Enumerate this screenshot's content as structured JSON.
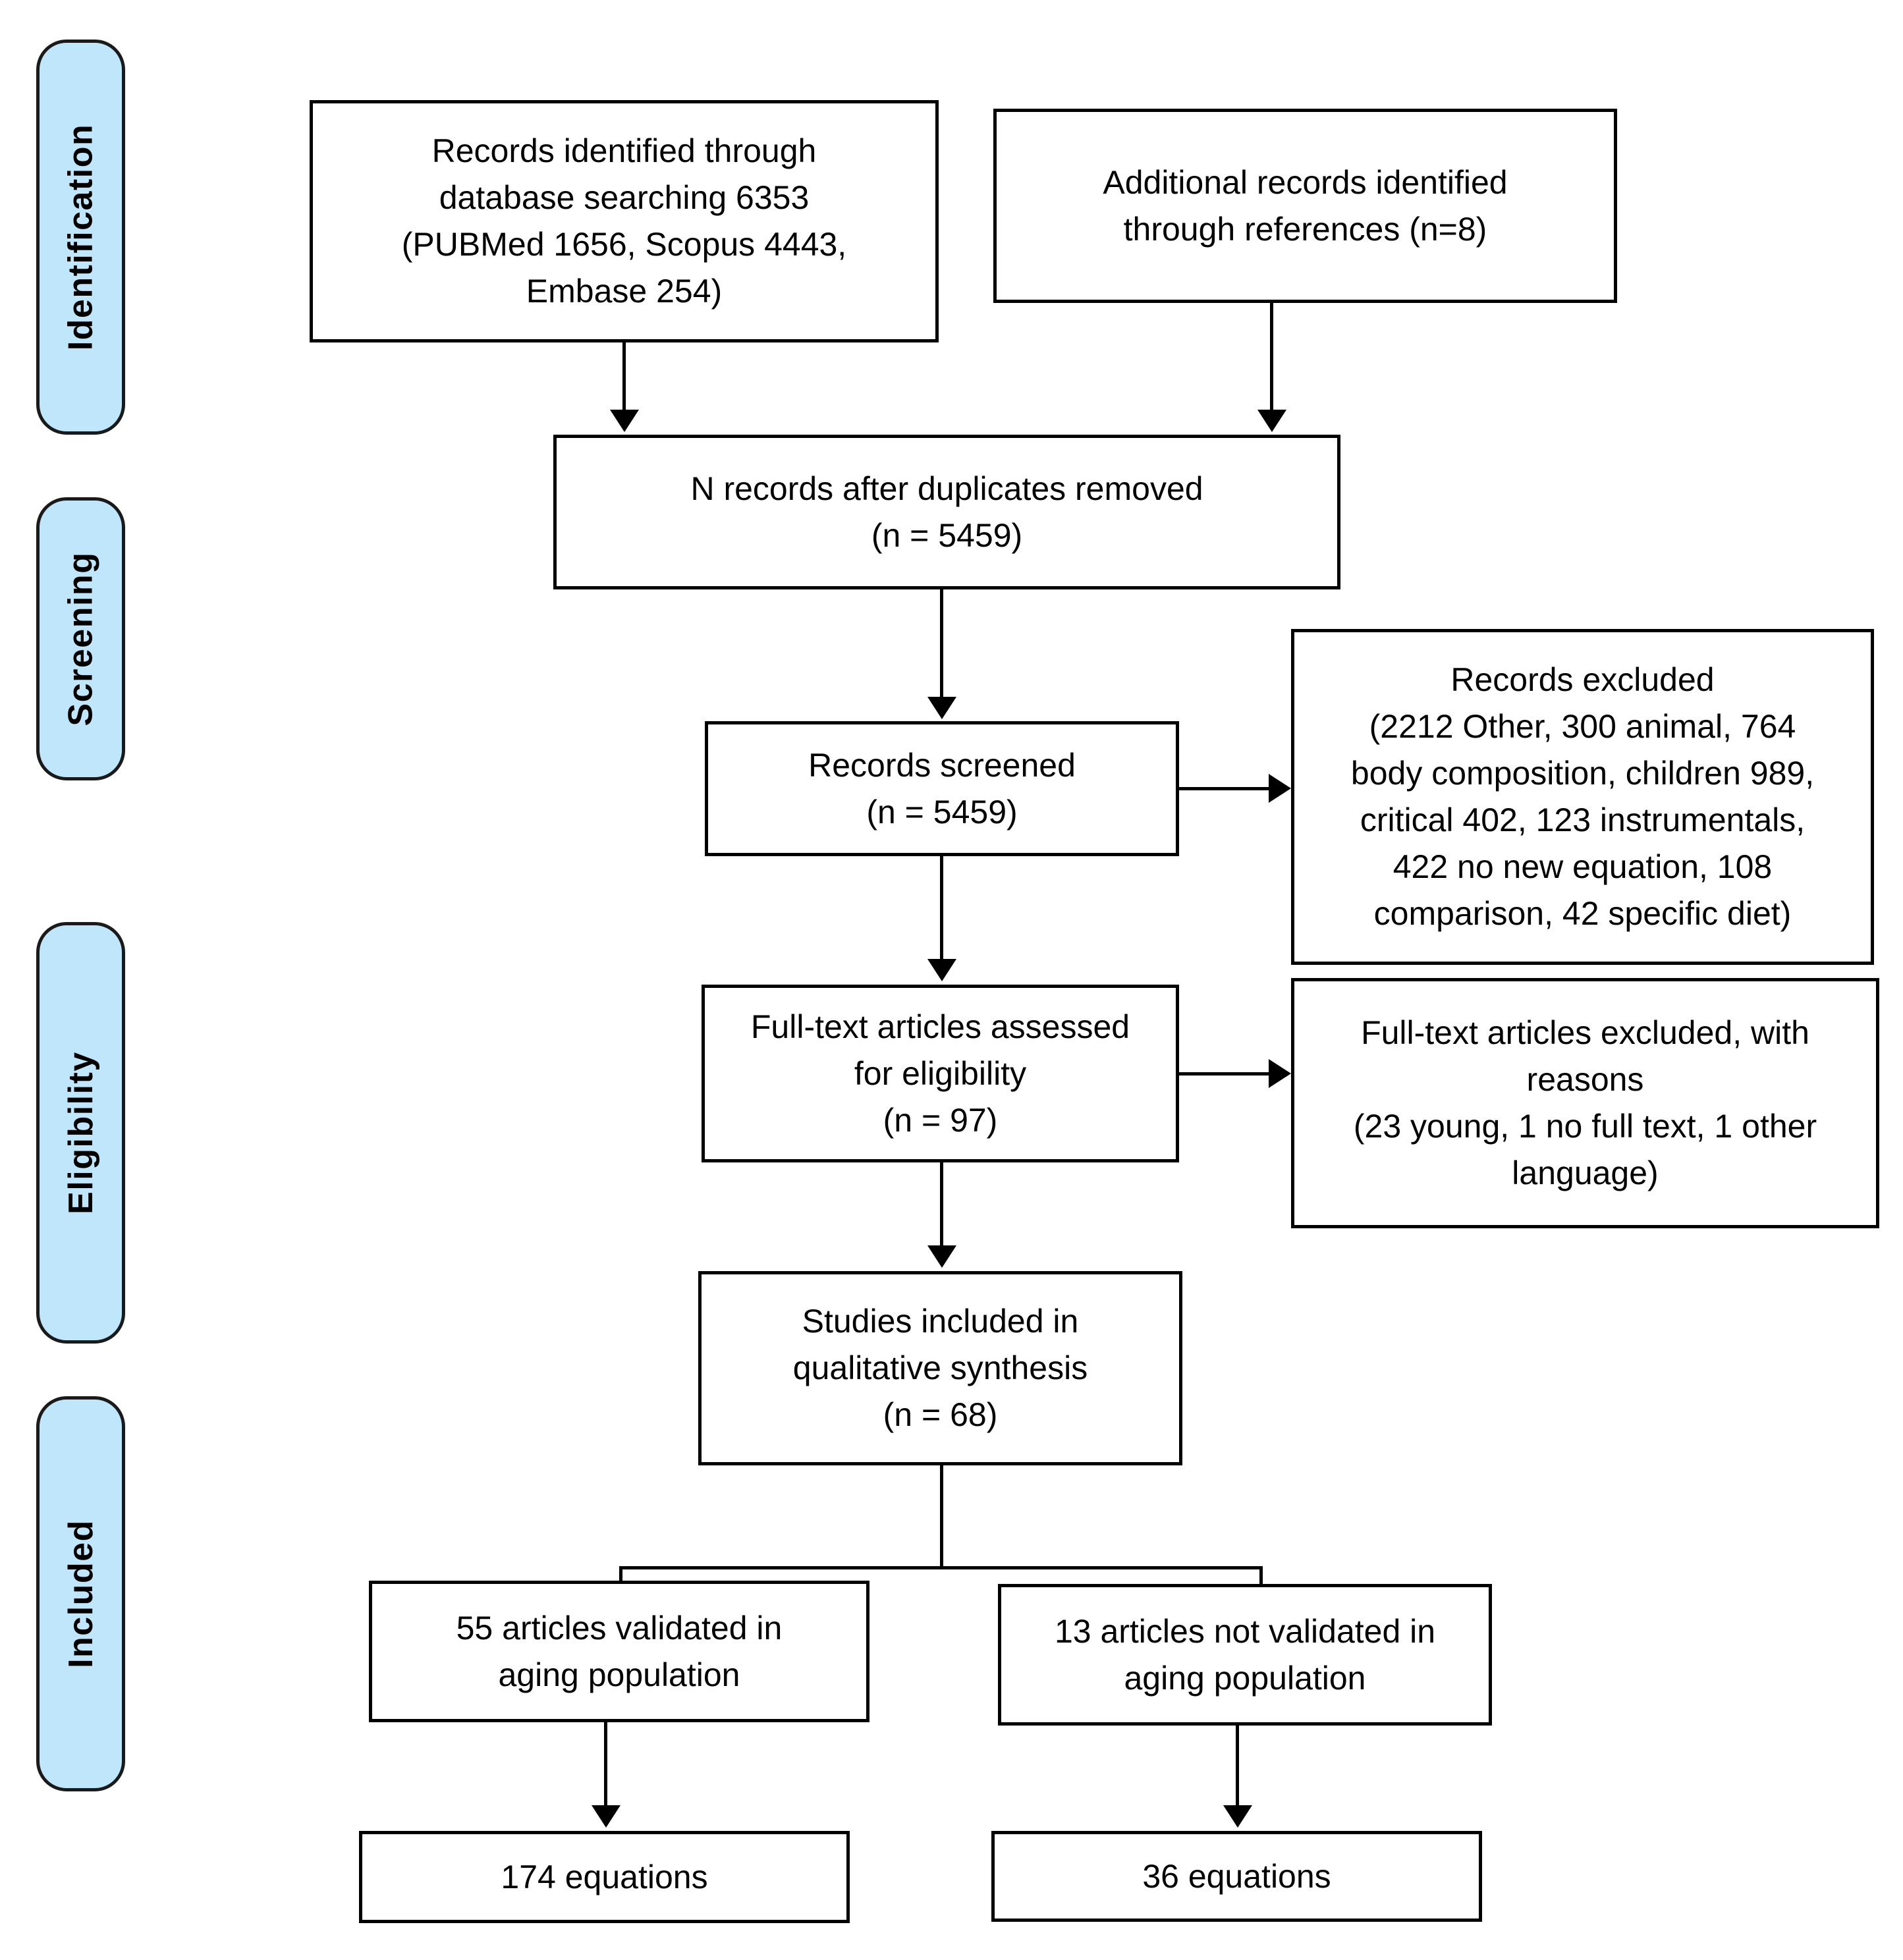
{
  "diagram": {
    "title": "PRISMA flow diagram",
    "accent_color": "#BFE6FA",
    "border_color": "#000000",
    "background_color": "#FFFFFF"
  },
  "stages": [
    {
      "id": "identification",
      "label": "Identification"
    },
    {
      "id": "screening",
      "label": "Screening"
    },
    {
      "id": "eligibility",
      "label": "Eligibility"
    },
    {
      "id": "included",
      "label": "Included"
    }
  ],
  "boxes": {
    "records_identified": {
      "text": "Records identified through\ndatabase searching 6353\n(PUBMed 1656, Scopus 4443,\nEmbase 254)"
    },
    "additional_records": {
      "text": "Additional records identified\nthrough references (n=8)"
    },
    "duplicates_removed": {
      "text": "N records after duplicates removed\n(n = 5459)"
    },
    "records_screened": {
      "text": "Records screened\n(n = 5459)"
    },
    "records_excluded": {
      "text": "Records excluded\n(2212 Other, 300 animal, 764\nbody composition, children 989,\ncritical 402, 123 instrumentals,\n422 no new equation, 108\ncomparison, 42 specific diet)"
    },
    "fulltext_assessed": {
      "text": "Full-text articles assessed\nfor eligibility\n(n = 97)"
    },
    "fulltext_excluded": {
      "text": "Full-text articles excluded, with\nreasons\n(23 young, 1 no full text, 1 other\nlanguage)"
    },
    "studies_included": {
      "text": "Studies included in\nqualitative synthesis\n(n = 68)"
    },
    "validated_articles": {
      "text": "55 articles validated in\naging population"
    },
    "not_validated_articles": {
      "text": "13 articles not validated in\naging population"
    },
    "validated_equations": {
      "text": "174 equations"
    },
    "not_validated_equations": {
      "text": "36 equations"
    }
  },
  "chart_data": {
    "type": "diagram",
    "title": "PRISMA flow diagram",
    "nodes": [
      {
        "id": "records_identified",
        "stage": "Identification",
        "n": 6353,
        "detail": {
          "PUBMed": 1656,
          "Scopus": 4443,
          "Embase": 254
        }
      },
      {
        "id": "additional_records",
        "stage": "Identification",
        "n": 8
      },
      {
        "id": "duplicates_removed",
        "stage": "Identification",
        "n": 5459
      },
      {
        "id": "records_screened",
        "stage": "Screening",
        "n": 5459
      },
      {
        "id": "records_excluded",
        "stage": "Screening",
        "detail": {
          "Other": 2212,
          "animal": 300,
          "body composition": 764,
          "children": 989,
          "critical": 402,
          "instrumentals": 123,
          "no new equation": 422,
          "comparison": 108,
          "specific diet": 42
        }
      },
      {
        "id": "fulltext_assessed",
        "stage": "Eligibility",
        "n": 97
      },
      {
        "id": "fulltext_excluded",
        "stage": "Eligibility",
        "detail": {
          "young": 23,
          "no full text": 1,
          "other language": 1
        }
      },
      {
        "id": "studies_included",
        "stage": "Included",
        "n": 68
      },
      {
        "id": "validated_articles",
        "stage": "Included",
        "n": 55
      },
      {
        "id": "not_validated_articles",
        "stage": "Included",
        "n": 13
      },
      {
        "id": "validated_equations",
        "stage": "Included",
        "n": 174
      },
      {
        "id": "not_validated_equations",
        "stage": "Included",
        "n": 36
      }
    ],
    "edges": [
      {
        "from": "records_identified",
        "to": "duplicates_removed"
      },
      {
        "from": "additional_records",
        "to": "duplicates_removed"
      },
      {
        "from": "duplicates_removed",
        "to": "records_screened"
      },
      {
        "from": "records_screened",
        "to": "records_excluded"
      },
      {
        "from": "records_screened",
        "to": "fulltext_assessed"
      },
      {
        "from": "fulltext_assessed",
        "to": "fulltext_excluded"
      },
      {
        "from": "fulltext_assessed",
        "to": "studies_included"
      },
      {
        "from": "studies_included",
        "to": "validated_articles"
      },
      {
        "from": "studies_included",
        "to": "not_validated_articles"
      },
      {
        "from": "validated_articles",
        "to": "validated_equations"
      },
      {
        "from": "not_validated_articles",
        "to": "not_validated_equations"
      }
    ]
  }
}
